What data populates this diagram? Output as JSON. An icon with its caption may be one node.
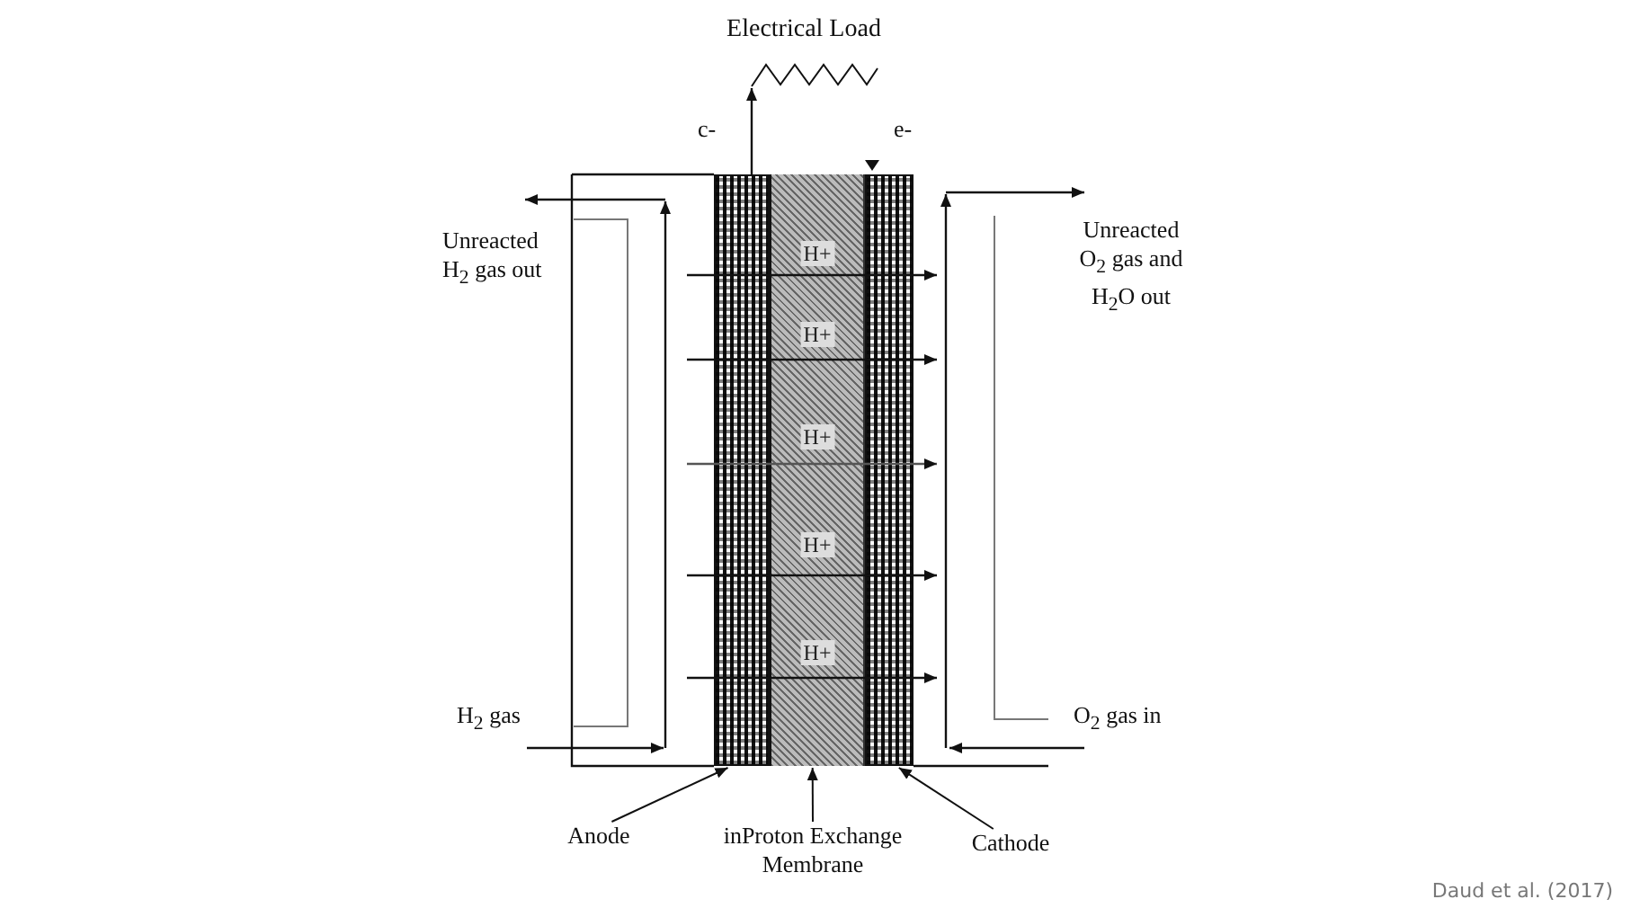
{
  "diagram": {
    "caption": "Daud et al. (2017)",
    "nodes": [
      {
        "text": [],
        "shape": "box"
      },
      {
        "text": [
          "H+",
          "H+",
          "H+",
          "H+",
          "H+"
        ]
      },
      {
        "text": [],
        "shape": "box"
      },
      {
        "text": [
          "Anode"
        ]
      },
      {
        "text": [
          "inProton Exchange Membrane"
        ]
      },
      {
        "text": [
          "Cathode"
        ]
      }
    ],
    "edges": [
      {
        "from": 3,
        "to": 0,
        "arrow": "to"
      },
      {
        "from": 4,
        "to": 1,
        "arrow": "to"
      },
      {
        "from": 5,
        "to": 2,
        "arrow": "to"
      }
    ],
    "labels": [
      "Electrical Load",
      "c-",
      "e-",
      "Unreacted H$_{2}$ gas out",
      "Unreacted O$_{2}$ gas and H$_{2}$O out",
      "H$_{2}$ gas",
      "O$_{2}$ gas in"
    ]
  }
}
